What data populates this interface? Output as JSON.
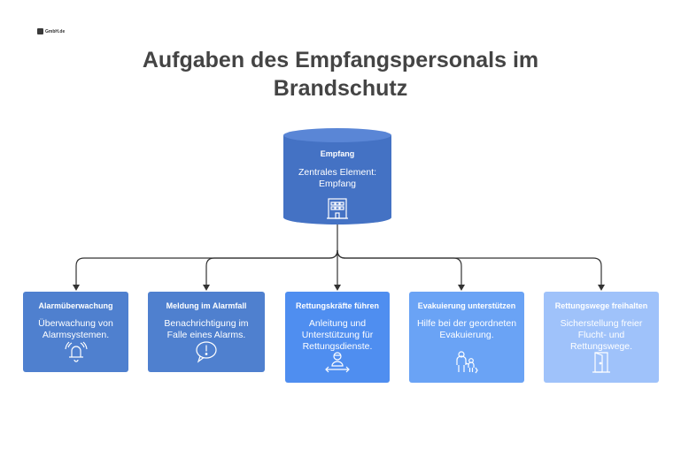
{
  "logo": {
    "text": "GmbH.de"
  },
  "title": "Aufgaben des Empfangspersonals im Brandschutz",
  "center": {
    "heading": "Empfang",
    "description": "Zentrales Element: Empfang",
    "icon": "building-icon"
  },
  "tasks": [
    {
      "heading": "Alarmüberwachung",
      "description": "Überwachung von Alarmsystemen.",
      "icon": "alarm-bell-icon"
    },
    {
      "heading": "Meldung im Alarmfall",
      "description": "Benachrichtigung im Falle eines Alarms.",
      "icon": "alert-speech-icon"
    },
    {
      "heading": "Rettungskräfte führen",
      "description": "Anleitung und Unterstützung für Rettungsdienste.",
      "icon": "rescuer-guide-icon"
    },
    {
      "heading": "Evakuierung unterstützen",
      "description": "Hilfe bei der geordneten Evakuierung.",
      "icon": "people-evacuation-icon"
    },
    {
      "heading": "Rettungswege freihalten",
      "description": "Sicherstellung freier Flucht- und Rettungswege.",
      "icon": "exit-door-icon"
    }
  ],
  "colors": {
    "center": "#4472c4",
    "task1": "#4f80cf",
    "task2": "#4f80cf",
    "task3": "#4f8ef0",
    "task4": "#6aa3f5",
    "task5": "#9fc2fa",
    "connector": "#333333",
    "title": "#444444"
  }
}
